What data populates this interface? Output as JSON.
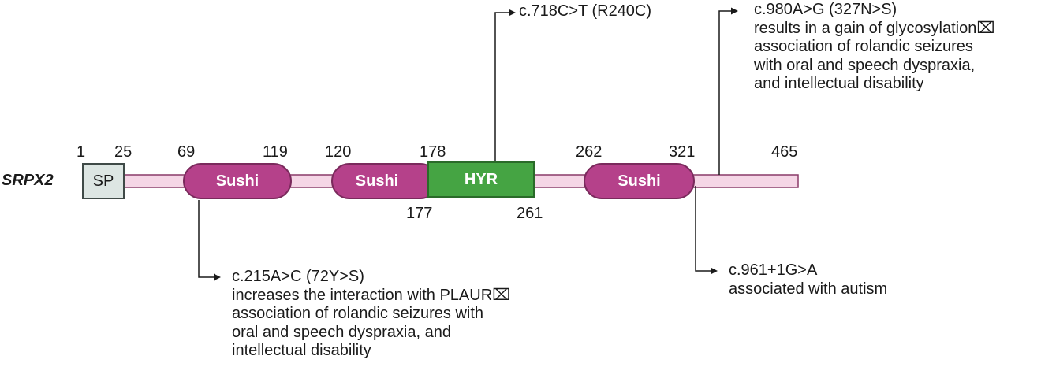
{
  "gene_name": "SRPX2",
  "positions": {
    "p1": "1",
    "p25": "25",
    "p69": "69",
    "p119": "119",
    "p120": "120",
    "p178": "178",
    "p262": "262",
    "p321": "321",
    "p465": "465",
    "p177": "177",
    "p261": "261"
  },
  "domains": {
    "sp": "SP",
    "sushi1": "Sushi",
    "sushi2": "Sushi",
    "hyr": "HYR",
    "sushi3": "Sushi"
  },
  "colors": {
    "backbone": "#f5d6e6",
    "backbone_border": "#8a3a68",
    "sushi": "#b5418a",
    "hyr": "#45a443",
    "sp": "#dde6e3"
  },
  "variants": {
    "v718": {
      "lines": [
        "c.718C>T (R240C)"
      ]
    },
    "v980": {
      "lines": [
        "c.980A>G (327N>S)",
        "results in a gain of glycosylation⌧",
        "association of rolandic seizures",
        "with oral and speech dyspraxia,",
        "and intellectual disability"
      ]
    },
    "v215": {
      "lines": [
        "c.215A>C (72Y>S)",
        "increases the interaction with PLAUR⌧",
        "association of rolandic seizures with",
        "oral and speech dyspraxia, and",
        "intellectual disability"
      ]
    },
    "v961": {
      "lines": [
        "c.961+1G>A",
        "associated with autism"
      ]
    }
  }
}
